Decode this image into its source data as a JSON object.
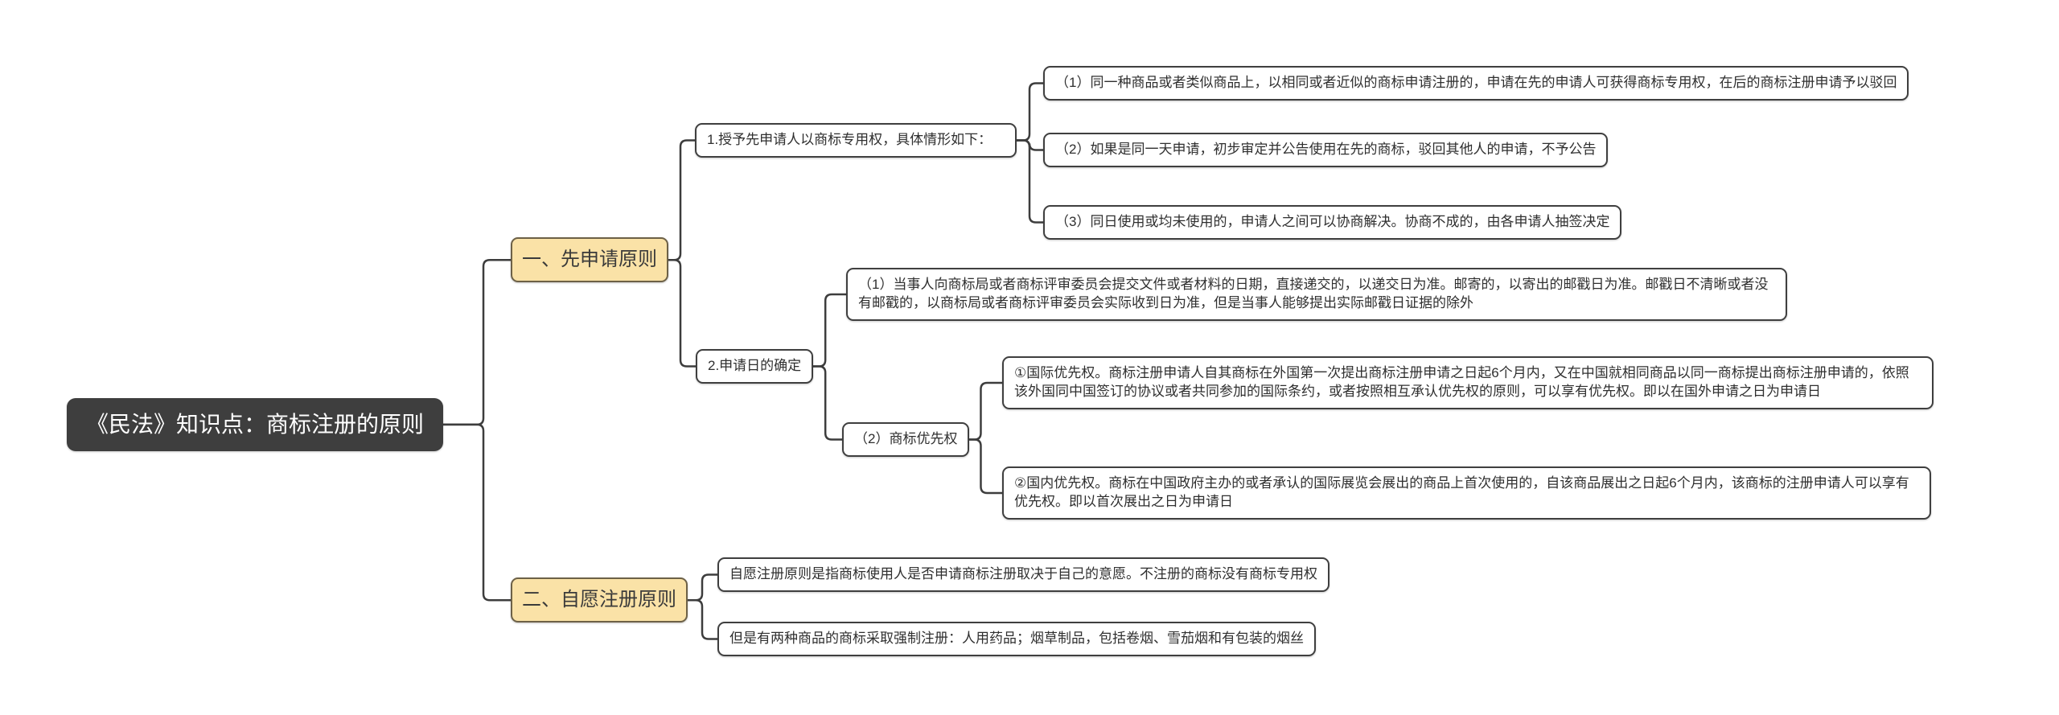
{
  "colors": {
    "line": "#3d3d3d",
    "root_bg": "#3e3e3e",
    "root_text": "#ffffff",
    "branch_fill": "#fae2a7",
    "branch_border": "#6d6147",
    "node_border": "#3f3f3f",
    "node_bg": "#ffffff"
  },
  "mindmap": {
    "root": {
      "label": "《民法》知识点：商标注册的原则",
      "children": [
        {
          "label": "一、先申请原则",
          "children": [
            {
              "label": "1.授予先申请人以商标专用权，具体情形如下：",
              "children": [
                {
                  "label": "（1）同一种商品或者类似商品上，以相同或者近似的商标申请注册的，申请在先的申请人可获得商标专用权，在后的商标注册申请予以驳回"
                },
                {
                  "label": "（2）如果是同一天申请，初步审定并公告使用在先的商标，驳回其他人的申请，不予公告"
                },
                {
                  "label": "（3）同日使用或均未使用的，申请人之间可以协商解决。协商不成的，由各申请人抽签决定"
                }
              ]
            },
            {
              "label": "2.申请日的确定",
              "children": [
                {
                  "label": "（1）当事人向商标局或者商标评审委员会提交文件或者材料的日期，直接递交的，以递交日为准。邮寄的，以寄出的邮戳日为准。邮戳日不清晰或者没有邮戳的，以商标局或者商标评审委员会实际收到日为准，但是当事人能够提出实际邮戳日证据的除外"
                },
                {
                  "label": "（2）商标优先权",
                  "children": [
                    {
                      "label": "①国际优先权。商标注册申请人自其商标在外国第一次提出商标注册申请之日起6个月内，又在中国就相同商品以同一商标提出商标注册申请的，依照该外国同中国签订的协议或者共同参加的国际条约，或者按照相互承认优先权的原则，可以享有优先权。即以在国外申请之日为申请日"
                    },
                    {
                      "label": "②国内优先权。商标在中国政府主办的或者承认的国际展览会展出的商品上首次使用的，自该商品展出之日起6个月内，该商标的注册申请人可以享有优先权。即以首次展出之日为申请日"
                    }
                  ]
                }
              ]
            }
          ]
        },
        {
          "label": "二、自愿注册原则",
          "children": [
            {
              "label": "自愿注册原则是指商标使用人是否申请商标注册取决于自己的意愿。不注册的商标没有商标专用权"
            },
            {
              "label": "但是有两种商品的商标采取强制注册：人用药品；烟草制品，包括卷烟、雪茄烟和有包装的烟丝"
            }
          ]
        }
      ]
    }
  }
}
